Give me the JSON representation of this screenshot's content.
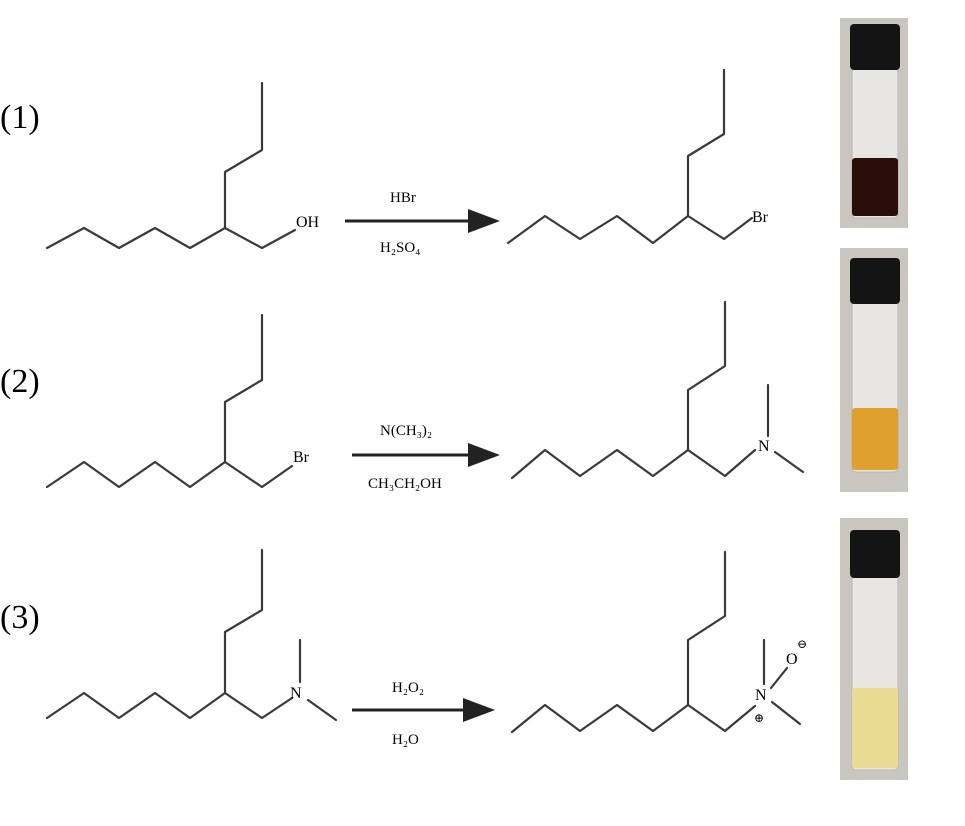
{
  "steps": [
    {
      "label": "(1)",
      "reagent_top": "HBr",
      "reagent_bottom": "H₂SO₄",
      "reactant_group": "OH",
      "product_group": "Br",
      "vial_liquid_color": "#2a0f08"
    },
    {
      "label": "(2)",
      "reagent_top": "N(CH₃)₂",
      "reagent_bottom": "CH₃CH₂OH",
      "reactant_group": "Br",
      "product_group": "N",
      "vial_liquid_color": "#e0a02e"
    },
    {
      "label": "(3)",
      "reagent_top": "H₂O₂",
      "reagent_bottom": "H₂O",
      "reactant_group": "N",
      "product_group": "N",
      "product_oxide": "O",
      "vial_liquid_color": "#e9dc92"
    }
  ],
  "charges": {
    "positive": "⊕",
    "negative": "⊖"
  },
  "colors": {
    "cap": "#141414",
    "glass": "#e7e6e3",
    "background_photo": "#c9c5bf"
  }
}
